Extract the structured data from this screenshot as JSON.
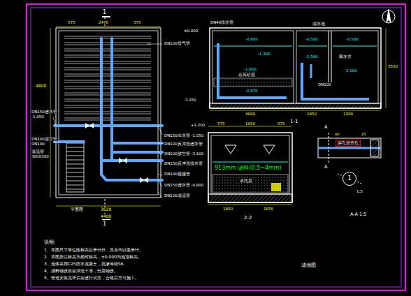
{
  "diagram": {
    "nodes": [
      {
        "text": [
          "1"
        ]
      },
      {
        "text": [
          "穿孔管开孔"
        ]
      }
    ],
    "labels": [
      "1",
      "1",
      "平面图",
      "3620",
      "4400",
      "4800",
      "575",
      "2470",
      "575",
      "DN100排气管",
      "DN150出水管 -1.050",
      "DN100反冲洗进水管",
      "DN100放空管 -3.100",
      "DN150反冲洗排水管",
      "DN100超越管",
      "DN150进水管 -0.800",
      "DN100溢流管",
      "DN150进水管",
      "-1.050",
      "DN100放空管",
      "DN100",
      "溢流管",
      "300X300",
      "DN40排水管",
      "±0.000",
      "-0.600",
      "-1.300",
      "-1.800",
      "石英砂层",
      "-2.870",
      "-3.250",
      "清水池",
      "-0.500",
      "-0.500",
      "-2.500",
      "吸水井",
      "-3.100",
      "DN100",
      "4000",
      "1850",
      "1200",
      "1-1",
      "3550",
      "+1.200",
      "575",
      "1850",
      "575",
      "913mm 滤料(0.5~4mm)",
      "承托层",
      "1850",
      "1850",
      "2-2",
      "A",
      "A",
      "40",
      "25",
      "1:5",
      "A-A 1:5",
      "说明:",
      "1、本图尺寸单位除标高以米计外，其余均以毫米计。",
      "2、本图所注标高为相对标高，±0.000为池顶标高。",
      "3、池体采用C25防水混凝土，抗渗等级S6。",
      "4、滤料铺设前应冲洗干净，分层铺设。",
      "5、管道安装完毕后应进行试压，合格后方可施工。",
      "滤池图"
    ]
  }
}
